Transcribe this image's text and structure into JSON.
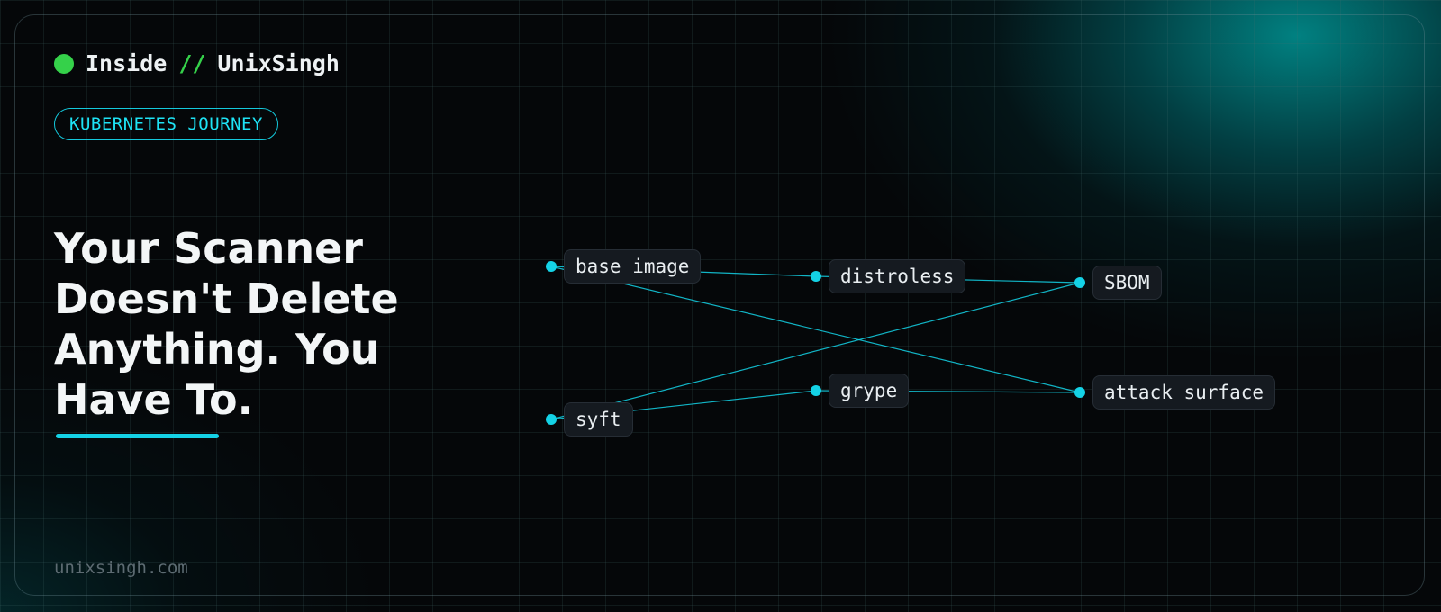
{
  "brand": {
    "name": "Inside",
    "separator": "//",
    "author": "UnixSingh"
  },
  "tag": "KUBERNETES JOURNEY",
  "headline": "Your Scanner Doesn't Delete Anything. You Have To.",
  "footer": "unixsingh.com",
  "colors": {
    "accent": "#14d2e6",
    "brand_dot": "#35d14a",
    "background": "#050709",
    "glow": "#009696"
  },
  "diagram": {
    "nodes": [
      {
        "id": "base-image",
        "label": "base image"
      },
      {
        "id": "distroless",
        "label": "distroless"
      },
      {
        "id": "sbom",
        "label": "SBOM"
      },
      {
        "id": "syft",
        "label": "syft"
      },
      {
        "id": "grype",
        "label": "grype"
      },
      {
        "id": "attack-surface",
        "label": "attack surface"
      }
    ],
    "edges": [
      {
        "from": "base-image",
        "to": "distroless"
      },
      {
        "from": "distroless",
        "to": "sbom"
      },
      {
        "from": "base-image",
        "to": "attack-surface"
      },
      {
        "from": "syft",
        "to": "sbom"
      },
      {
        "from": "syft",
        "to": "grype"
      },
      {
        "from": "grype",
        "to": "attack-surface"
      }
    ]
  }
}
